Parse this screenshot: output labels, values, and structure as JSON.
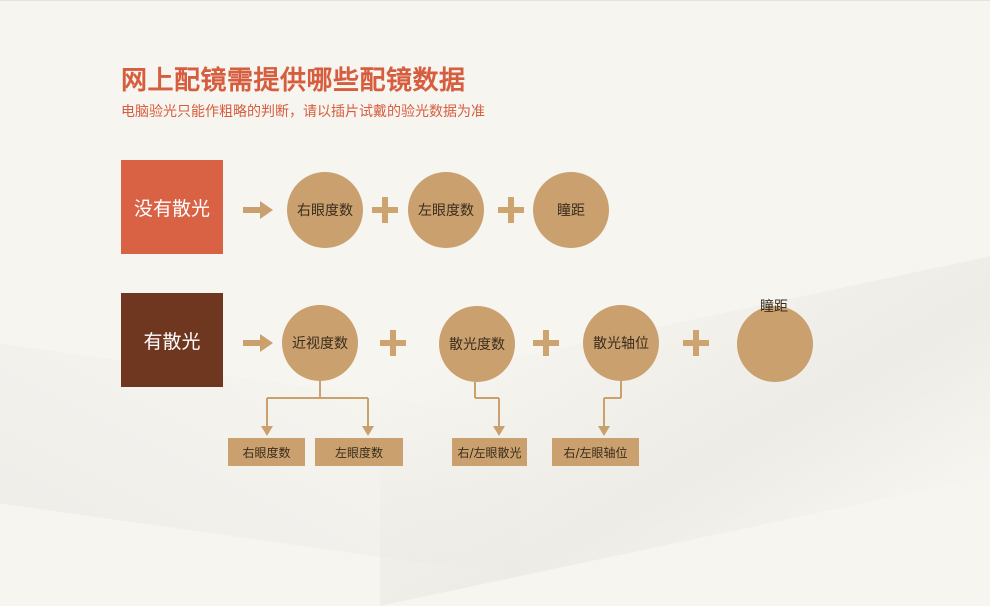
{
  "header": {
    "title": "网上配镜需提供哪些配镜数据",
    "subtitle": "电脑验光只能作粗略的判断，请以插片试戴的验光数据为准"
  },
  "row_no_astig": {
    "label": "没有散光",
    "items": [
      "右眼度数",
      "左眼度数",
      "瞳距"
    ]
  },
  "row_astig": {
    "label": "有散光",
    "items": [
      "近视度数",
      "散光度数",
      "散光轴位"
    ],
    "last_label": "瞳距",
    "leaves": [
      "右眼度数",
      "左眼度数",
      "右/左眼散光",
      "右/左眼轴位"
    ]
  },
  "colors": {
    "accent": "#d75d3f",
    "dark_box": "#6f3620",
    "circle": "#c9a06e",
    "plus": "#cda370"
  }
}
